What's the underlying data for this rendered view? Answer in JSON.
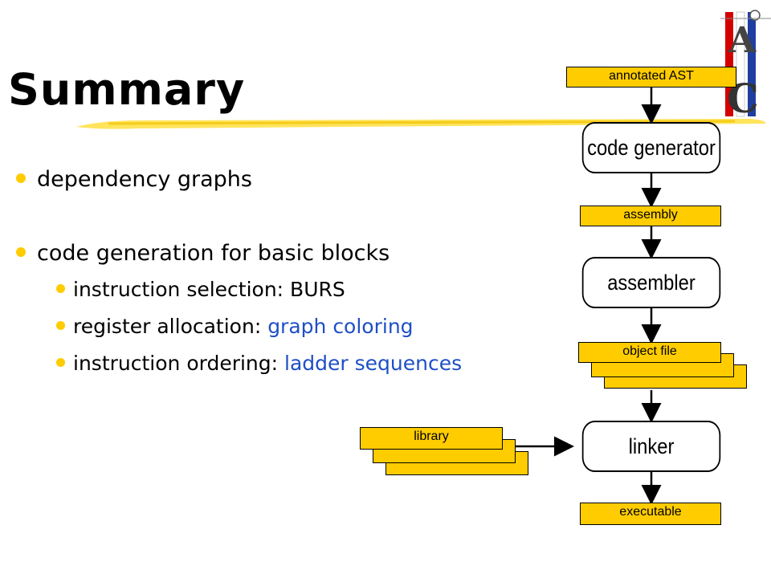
{
  "slide": {
    "title": "Summary",
    "bullets": [
      {
        "level": 1,
        "parts": [
          {
            "text": "dependency graphs",
            "accent": false
          }
        ]
      },
      {
        "level": 1,
        "parts": [
          {
            "text": "code generation for basic blocks",
            "accent": false
          }
        ]
      },
      {
        "level": 2,
        "parts": [
          {
            "text": "instruction selection: BURS",
            "accent": false
          }
        ]
      },
      {
        "level": 2,
        "parts": [
          {
            "text": "register allocation: ",
            "accent": false
          },
          {
            "text": "graph coloring",
            "accent": true
          }
        ]
      },
      {
        "level": 2,
        "parts": [
          {
            "text": "instruction ordering: ",
            "accent": false
          },
          {
            "text": "ladder sequences",
            "accent": true
          }
        ]
      }
    ]
  },
  "diagram": {
    "inputs": {
      "annotated_ast": "annotated AST",
      "assembly": "assembly",
      "object_file": "object file",
      "library": "library",
      "executable": "executable"
    },
    "processes": {
      "code_generator": "code generator",
      "assembler": "assembler",
      "linker": "linker"
    }
  },
  "colors": {
    "accent_text": "#1f4fc6",
    "box_fill": "#ffcc00",
    "bullet": "#ffcc00",
    "logo_red": "#d40000"
  },
  "icons": {
    "bullet": "yellow-dot",
    "logo": "dutch-flag-logo"
  }
}
